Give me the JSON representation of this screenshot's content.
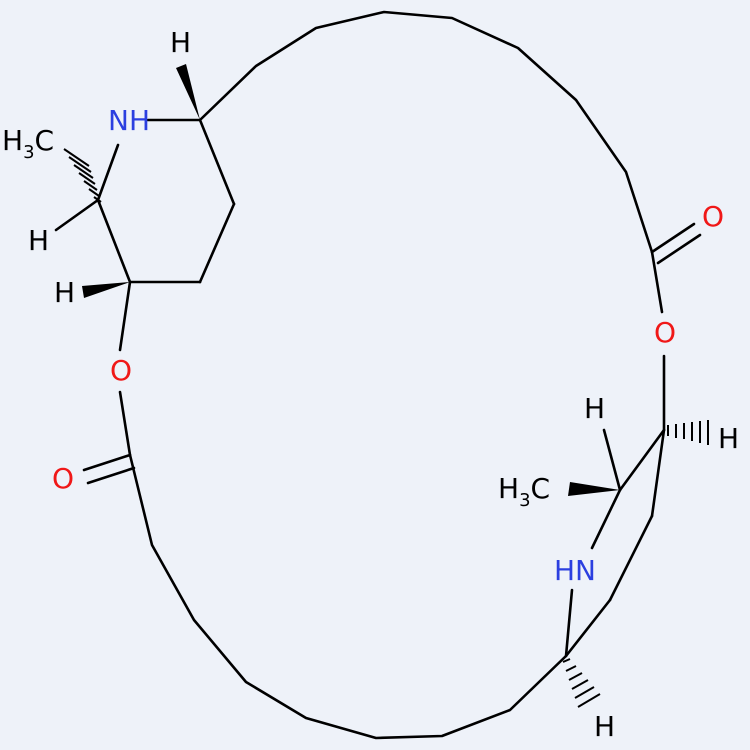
{
  "colors": {
    "background": "#eef2f9",
    "carbon_bond": "#000000",
    "nitrogen": "#2b3fe0",
    "oxygen": "#f01818",
    "hydrogen": "#000000"
  },
  "labels": {
    "nh_top": "NH",
    "h3c_top": "H3C",
    "h3c_top_main": "H",
    "h3c_top_sub": "3",
    "h3c_top_c": "C",
    "h_top_stereo": "H",
    "h_left_upper": "H",
    "h_left_lower": "H",
    "o_ester_left": "O",
    "o_carbonyl_left": "O",
    "o_carbonyl_right": "O",
    "o_ester_right": "O",
    "h_right_upper": "H",
    "h_right_side": "H",
    "h3c_bottom_main": "H",
    "h3c_bottom_sub": "3",
    "h3c_bottom_c": "C",
    "hn_bottom": "HN",
    "h_bottom": "H"
  }
}
